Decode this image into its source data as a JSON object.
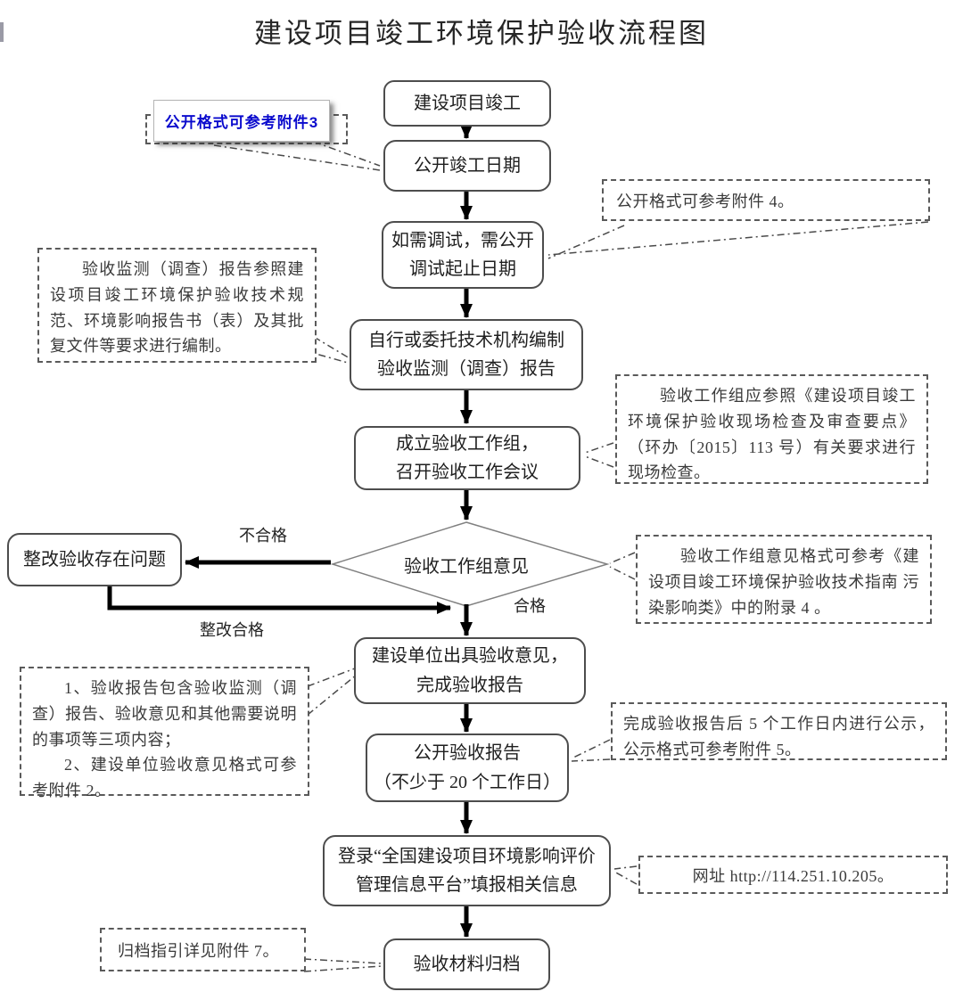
{
  "title": "建设项目竣工环境保护验收流程图",
  "nodes": {
    "start": {
      "label": "建设项目竣工"
    },
    "publish_date": {
      "label": "公开竣工日期"
    },
    "debugging": {
      "line1": "如需调试，需公开",
      "line2": "调试起止日期"
    },
    "prepare_report": {
      "line1": "自行或委托技术机构编制",
      "line2": "验收监测（调查）报告"
    },
    "working_group": {
      "line1": "成立验收工作组，",
      "line2": "召开验收工作会议"
    },
    "decision": {
      "label": "验收工作组意见"
    },
    "rectify": {
      "label": "整改验收存在问题"
    },
    "issue_opinion": {
      "line1": "建设单位出具验收意见，",
      "line2": "完成验收报告"
    },
    "publish_report": {
      "line1": "公开验收报告",
      "line2": "（不少于 20 个工作日）"
    },
    "platform": {
      "line1": "登录“全国建设项目环境影响评价",
      "line2": "管理信息平台”填报相关信息"
    },
    "archive": {
      "label": "验收材料归档"
    }
  },
  "edge_labels": {
    "fail": "不合格",
    "pass": "合格",
    "rectified": "整改合格"
  },
  "annotations": {
    "attachment3": "公开格式可参考附件3",
    "attachment4": "公开格式可参考附件 4。",
    "report_basis": "验收监测（调查）报告参照建设项目竣工环境保护验收技术规范、环境影响报告书（表）及其批复文件等要求进行编制。",
    "site_check": "验收工作组应参照《建设项目竣工环境保护验收现场检查及审查要点》（环办〔2015〕113 号）有关要求进行现场检查。",
    "opinion_format": "验收工作组意见格式可参考《建设项目竣工环境保护验收技术指南 污染影响类》中的附录 4 。",
    "report_contents": {
      "item1": "1、验收报告包含验收监测（调查）报告、验收意见和其他需要说明的事项等三项内容；",
      "item2": "2、建设单位验收意见格式可参考附件 2。"
    },
    "publicity": "完成验收报告后 5 个工作日内进行公示，公示格式可参考附件 5。",
    "website": "网址 http://114.251.10.205。",
    "archive_guide": "归档指引详见附件 7。"
  },
  "colors": {
    "accent_blue": "#0a0acd",
    "arrow_black": "#000000",
    "box_border_gray": "#4d4d4d",
    "dash_border_gray": "#5a5a5a"
  }
}
